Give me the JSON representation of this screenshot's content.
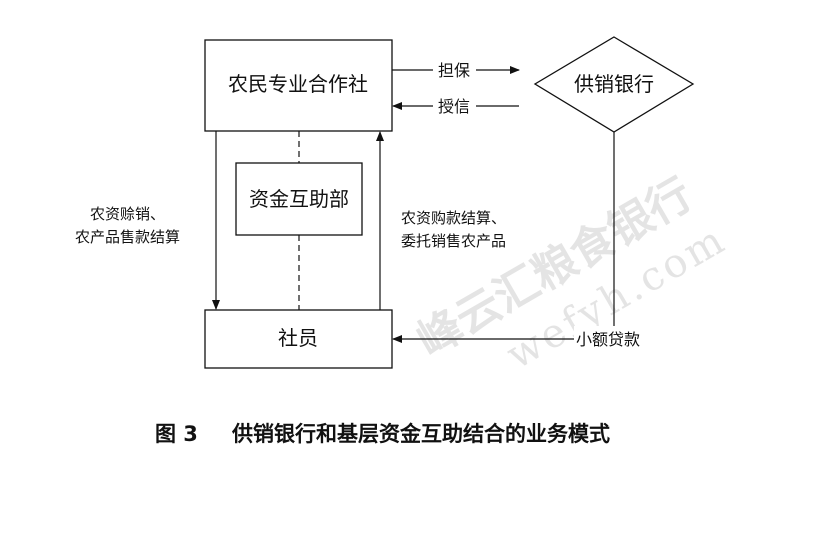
{
  "nodes": {
    "cooperative": "农民专业合作社",
    "bank": "供销银行",
    "mutual_aid": "资金互助部",
    "member": "社员"
  },
  "edges": {
    "guarantee": "担保",
    "credit": "授信",
    "left_line1": "农资赊销、",
    "left_line2": "农产品售款结算",
    "right_line1": "农资购款结算、",
    "right_line2": "委托销售农产品",
    "small_loan": "小额贷款"
  },
  "watermark": {
    "name": "峰云汇粮食银行",
    "url": "wefyh.com"
  },
  "caption": {
    "figure_number": "图 3",
    "title": "供销银行和基层资金互助结合的业务模式"
  },
  "colors": {
    "line": "#111111",
    "watermark": "#d9d9d9"
  }
}
